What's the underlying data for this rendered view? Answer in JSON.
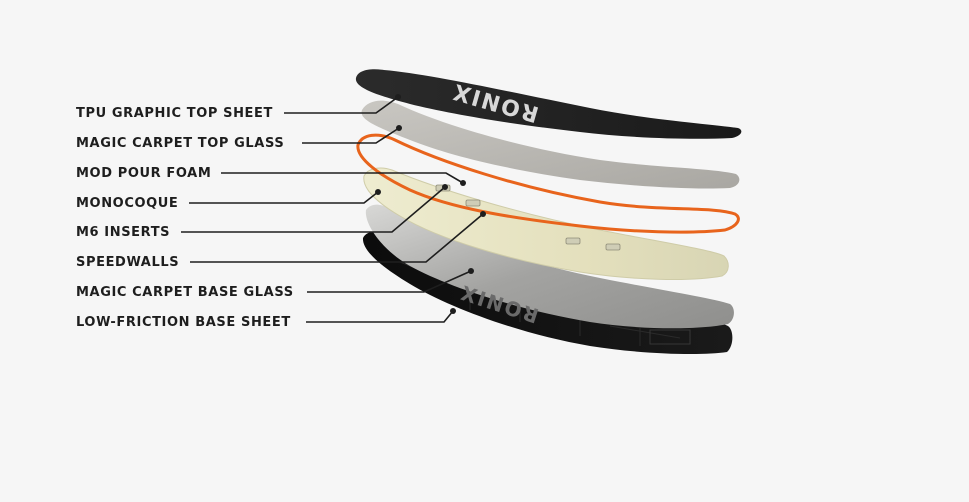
{
  "labels": [
    "TPU GRAPHIC TOP SHEET",
    "MAGIC CARPET TOP GLASS",
    "MOD POUR FOAM",
    "MONOCOQUE",
    "M6 INSERTS",
    "SPEEDWALLS",
    "MAGIC CARPET BASE GLASS",
    "LOW-FRICTION BASE SHEET"
  ],
  "board": {
    "top_graphic_text": "RONIX",
    "base_graphic_text": "RONIX"
  },
  "colors": {
    "background": "#f6f6f6",
    "top_sheet": "#222222",
    "top_glass": "#bdbbb6",
    "speedwall": "#e8641c",
    "foam_core": "#e9e6c6",
    "base_glass": "#a8a8a6",
    "base_sheet": "#141414",
    "leader": "#1e1e1e"
  }
}
